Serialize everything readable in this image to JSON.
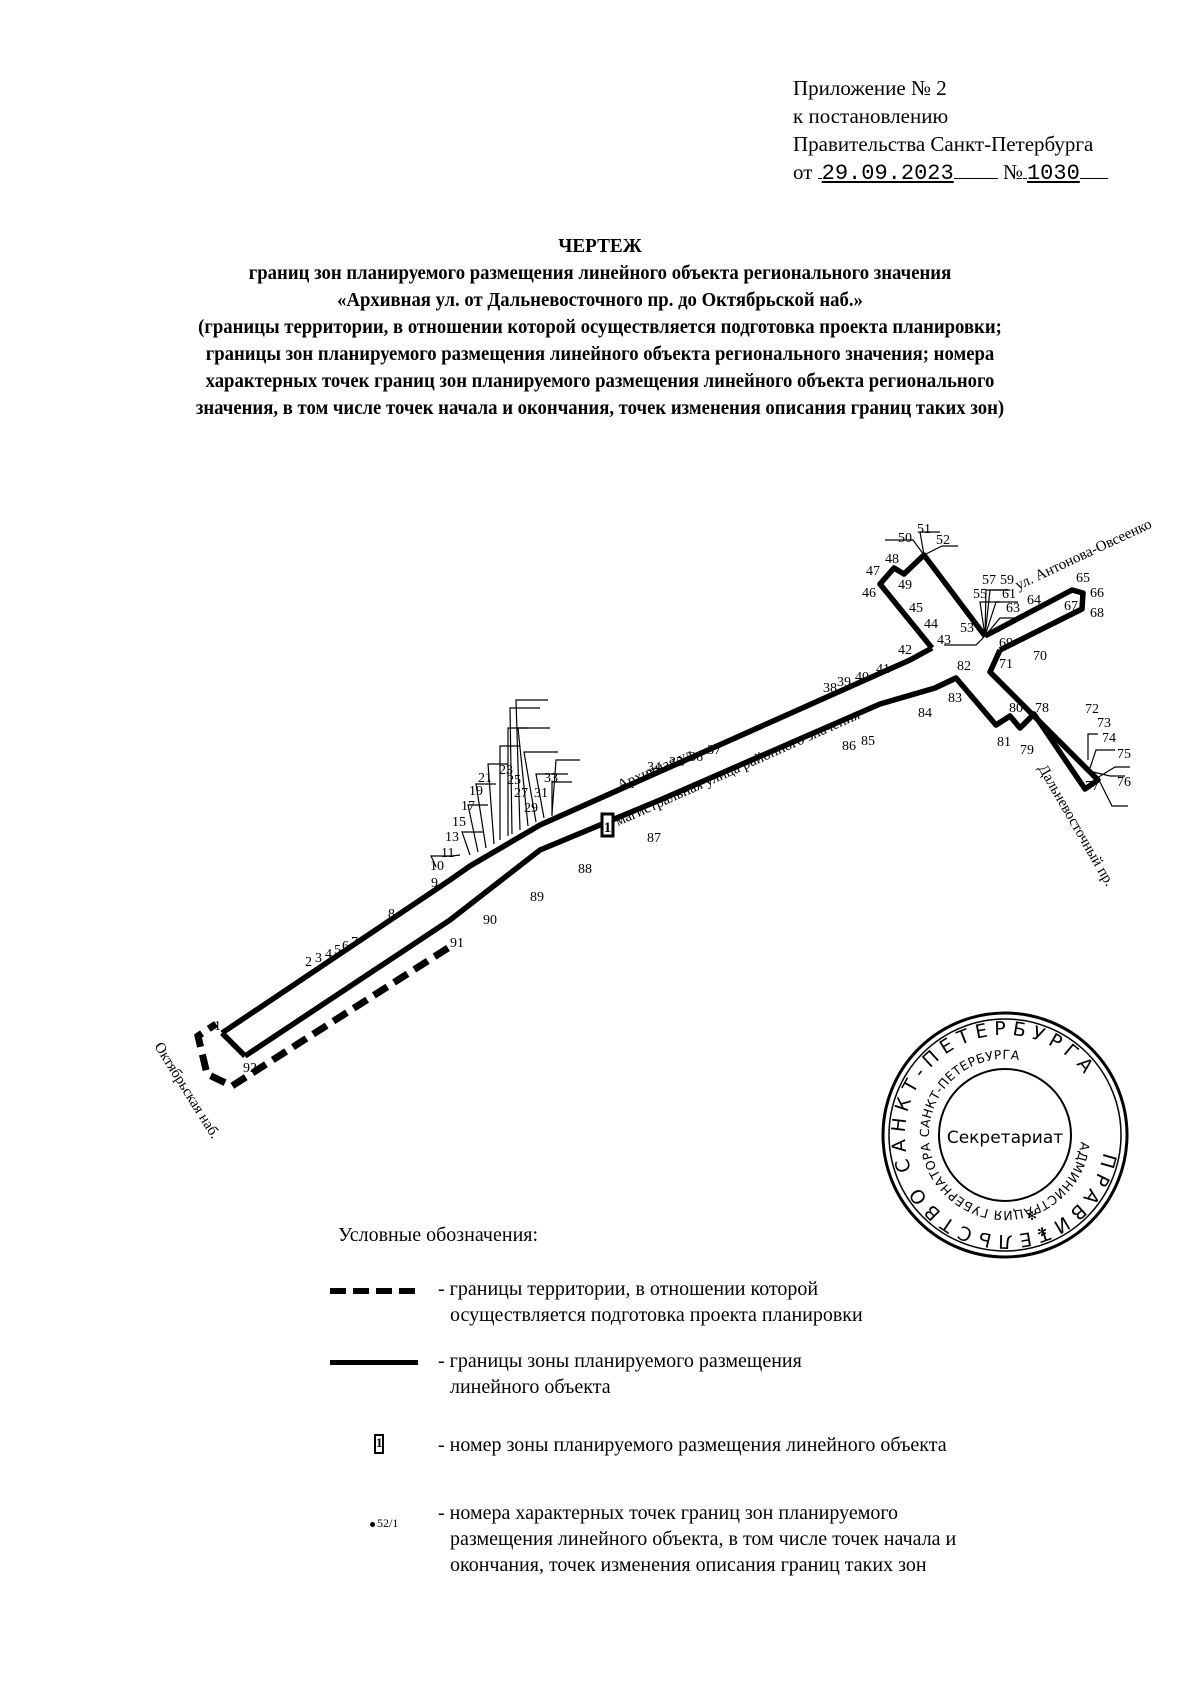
{
  "header": {
    "appendix_line1": "Приложение № 2",
    "appendix_line2": "к постановлению",
    "appendix_line3": "Правительства Санкт-Петербурга",
    "date_prefix": "от",
    "date_value": "29.09.2023",
    "number_prefix": "№",
    "number_value": "1030"
  },
  "title": {
    "heading": "ЧЕРТЕЖ",
    "line1": "границ зон планируемого  размещения линейного объекта регионального значения",
    "line2": "«Архивная ул. от Дальневосточного пр. до Октябрьской наб.»",
    "line3": "(границы территории, в отношении которой осуществляется подготовка проекта планировки;",
    "line4": "границы зон планируемого размещения линейного объекта регионального значения; номера",
    "line5": "характерных точек границ зон планируемого размещения линейного объекта регионального",
    "line6": "значения, в том числе точек начала и окончания, точек изменения описания границ таких зон)"
  },
  "drawing": {
    "street_labels": {
      "arkhivnaya": "Архивная ул.",
      "magistral": "магистральная улица районного значения",
      "antonova": "ул. Антонова-Овсеенко",
      "dalnevostochny": "Дальневосточный пр.",
      "oktyabrskaya": "Октябрьская наб."
    },
    "zone_number": "1",
    "points": {
      "p1": "1",
      "p2": "2",
      "p3": "3",
      "p4": "4",
      "p5": "5",
      "p6": "6",
      "p7": "7",
      "p8": "8",
      "p9": "9",
      "p10": "10",
      "p11": "11",
      "p13": "13",
      "p15": "15",
      "p17": "17",
      "p19": "19",
      "p21": "21",
      "p23": "23",
      "p25": "25",
      "p27": "27",
      "p29": "29",
      "p31": "31",
      "p33": "33",
      "p34": "34",
      "p35": "35",
      "p36": "36",
      "p37": "37",
      "p38": "38",
      "p39": "39",
      "p40": "40",
      "p41": "41",
      "p42": "42",
      "p43": "43",
      "p44": "44",
      "p45": "45",
      "p46": "46",
      "p47": "47",
      "p48": "48",
      "p49": "49",
      "p50": "50",
      "p51": "51",
      "p52": "52",
      "p53": "53",
      "p55": "55",
      "p57": "57",
      "p59": "59",
      "p61": "61",
      "p63": "63",
      "p64": "64",
      "p65": "65",
      "p66": "66",
      "p67": "67",
      "p68": "68",
      "p69": "69",
      "p70": "70",
      "p71": "71",
      "p72": "72",
      "p73": "73",
      "p74": "74",
      "p75": "75",
      "p76": "76",
      "p77": "77",
      "p78": "78",
      "p79": "79",
      "p80": "80",
      "p81": "81",
      "p82": "82",
      "p83": "83",
      "p84": "84",
      "p85": "85",
      "p86": "86",
      "p87": "87",
      "p88": "88",
      "p89": "89",
      "p90": "90",
      "p91": "91",
      "p92": "92"
    }
  },
  "stamp": {
    "outer_text": "ПРАВИТЕЛЬСТВО САНКТ-ПЕТЕРБУРГА",
    "inner_text": "АДМИНИСТРАЦИЯ ГУБЕРНАТОРА САНКТ-ПЕТЕРБУРГА",
    "center_text": "Секретариат"
  },
  "legend": {
    "title": "Условные обозначения:",
    "items": [
      {
        "symbol": "dashed-line",
        "line1": "- границы территории, в отношении которой",
        "line2": "осуществляется подготовка проекта планировки"
      },
      {
        "symbol": "solid-line",
        "line1": "- границы зоны планируемого размещения",
        "line2": "линейного объекта"
      },
      {
        "symbol": "zone-number",
        "symbol_text": "1",
        "line1": "- номер зоны планируемого размещения линейного объекта"
      },
      {
        "symbol": "point-number",
        "symbol_text": "52/1",
        "line1": "- номера характерных точек границ зон планируемого",
        "line2": "размещения линейного объекта, в том числе точек начала и",
        "line3": "окончания, точек изменения описания границ таких зон"
      }
    ]
  }
}
